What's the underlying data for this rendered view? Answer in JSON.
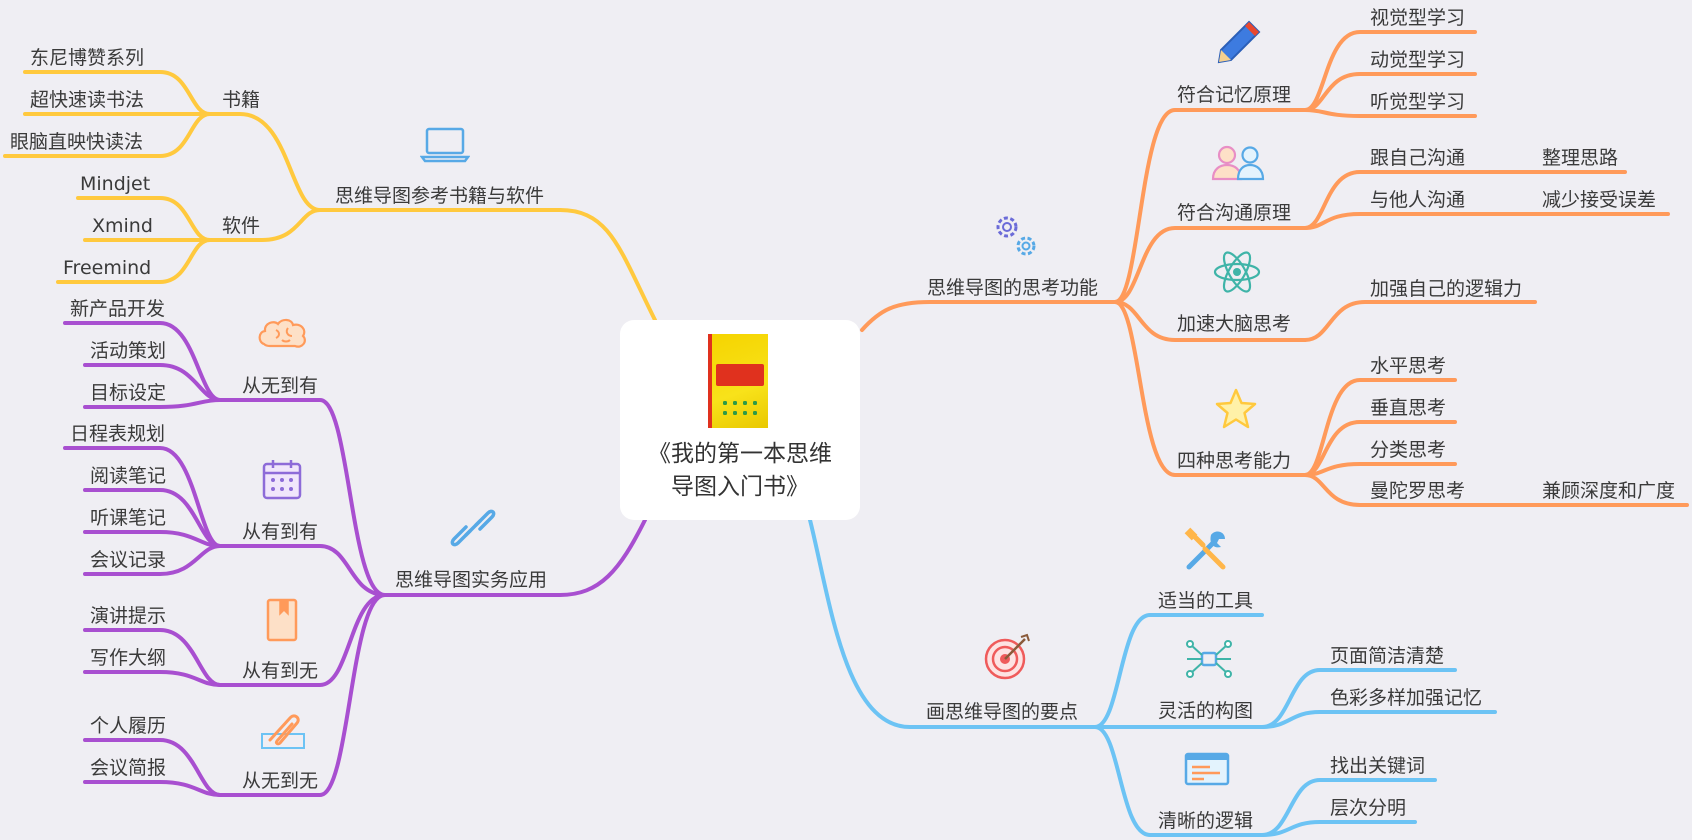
{
  "central": {
    "title": "《我的第一本思维\n导图入门书》"
  },
  "colors": {
    "yellow": "#ffc93e",
    "orange": "#ff9a5a",
    "purple": "#a84fd0",
    "blue": "#6cc3f4"
  },
  "left_top": {
    "main": "思维导图参考书籍与软件",
    "books": {
      "label": "书籍",
      "items": [
        "东尼博赞系列",
        "超快速读书法",
        "眼脑直映快读法"
      ]
    },
    "software": {
      "label": "软件",
      "items": [
        "Mindjet",
        "Xmind",
        "Freemind"
      ]
    }
  },
  "left_bottom": {
    "main": "思维导图实务应用",
    "g1": {
      "label": "从无到有",
      "items": [
        "新产品开发",
        "活动策划",
        "目标设定"
      ]
    },
    "g2": {
      "label": "从有到有",
      "items": [
        "日程表规划",
        "阅读笔记",
        "听课笔记",
        "会议记录"
      ]
    },
    "g3": {
      "label": "从有到无",
      "items": [
        "演讲提示",
        "写作大纲"
      ]
    },
    "g4": {
      "label": "从无到无",
      "items": [
        "个人履历",
        "会议简报"
      ]
    }
  },
  "right_top": {
    "main": "思维导图的思考功能",
    "memory": {
      "label": "符合记忆原理",
      "items": [
        "视觉型学习",
        "动觉型学习",
        "听觉型学习"
      ]
    },
    "communication": {
      "label": "符合沟通原理",
      "items": [
        "跟自己沟通",
        "与他人沟通"
      ],
      "details": [
        "整理思路",
        "减少接受误差"
      ]
    },
    "brain": {
      "label": "加速大脑思考",
      "items": [
        "加强自己的逻辑力"
      ]
    },
    "thinking": {
      "label": "四种思考能力",
      "items": [
        "水平思考",
        "垂直思考",
        "分类思考",
        "曼陀罗思考"
      ],
      "detail": "兼顾深度和广度"
    }
  },
  "right_bottom": {
    "main": "画思维导图的要点",
    "tools": {
      "label": "适当的工具"
    },
    "layout": {
      "label": "灵活的构图",
      "items": [
        "页面简洁清楚",
        "色彩多样加强记忆"
      ]
    },
    "logic": {
      "label": "清晰的逻辑",
      "items": [
        "找出关键词",
        "层次分明"
      ]
    }
  },
  "icons": [
    "laptop-icon",
    "brain-icon",
    "calendar-icon",
    "link-icon",
    "bookmark-icon",
    "paperclip-icon",
    "pencil-icon",
    "people-icon",
    "gears-icon",
    "atom-icon",
    "star-icon",
    "tools-icon",
    "target-icon",
    "network-icon",
    "text-box-icon"
  ]
}
